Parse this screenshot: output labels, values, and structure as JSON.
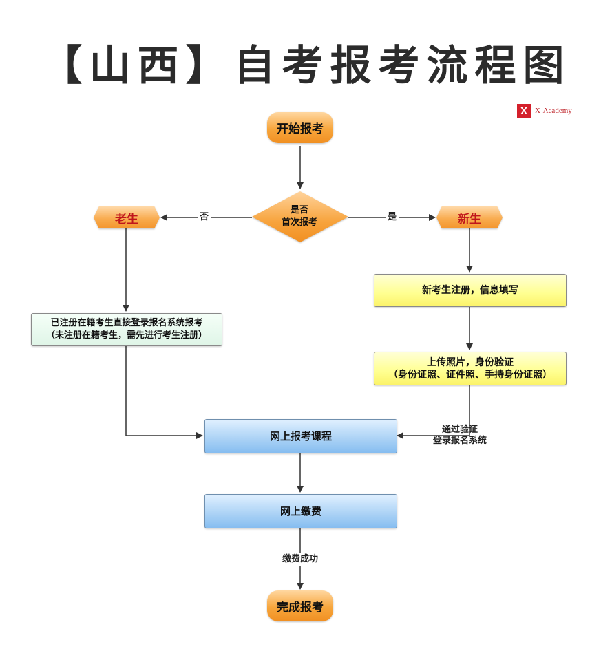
{
  "title": "【山西】自考报考流程图",
  "logo": {
    "mark": "X",
    "text": "X-Academy",
    "color": "#d4202b"
  },
  "nodes": {
    "start": "开始报考",
    "decision": {
      "line1": "是否",
      "line2": "首次报考"
    },
    "old": "老生",
    "new": "新生",
    "register": "新考生注册，信息填写",
    "upload": {
      "line1": "上传照片，身份验证",
      "line2": "（身份证照、证件照、手持身份证照）"
    },
    "old_login": {
      "line1": "已注册在籍考生直接登录报名系统报考",
      "line2": "（未注册在籍考生，需先进行考生注册）"
    },
    "course": "网上报考课程",
    "pay": "网上缴费",
    "finish": "完成报考"
  },
  "edges": {
    "no": "否",
    "yes": "是",
    "verify": {
      "line1": "通过验证",
      "line2": "登录报名系统"
    },
    "paid": "缴费成功"
  },
  "colors": {
    "orange": "#f7a63c",
    "red_text": "#c0161c",
    "yellow": "#ffff90",
    "blue": "#a9d1f5",
    "green": "#dff5e7"
  }
}
